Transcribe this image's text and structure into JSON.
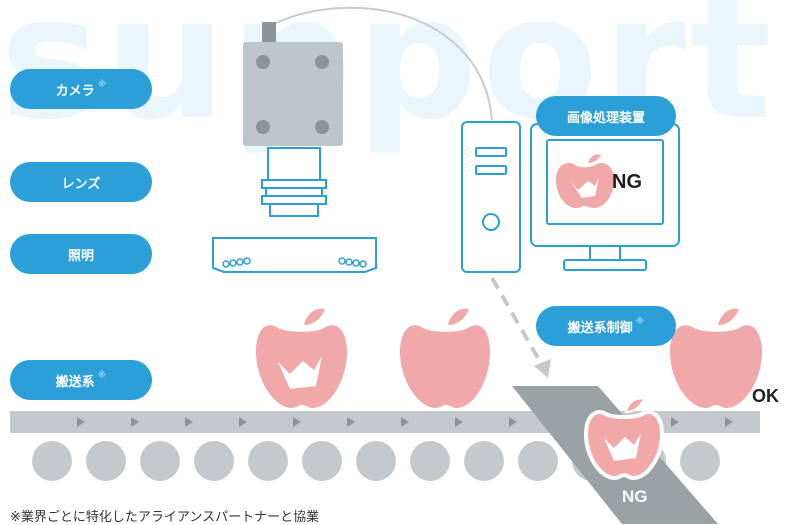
{
  "background_word": "support",
  "labels": {
    "camera": "カメラ",
    "lens": "レンズ",
    "lighting": "照明",
    "conveyor": "搬送系",
    "processing": "画像処理装置",
    "conveyor_control": "搬送系制御"
  },
  "mark": "※",
  "screen_result": "NG",
  "ok_label": "OK",
  "ng_label": "NG",
  "footnote": "※業界ごとに特化したアライアンスパートナーと協業",
  "colors": {
    "pill": "#2b9fd8",
    "apple": "#f1a8a8",
    "device": "#bfc6cb",
    "outline": "#2b9fd8",
    "roller": "#c5c9cc",
    "ng_chute": "#9aa2a6"
  }
}
